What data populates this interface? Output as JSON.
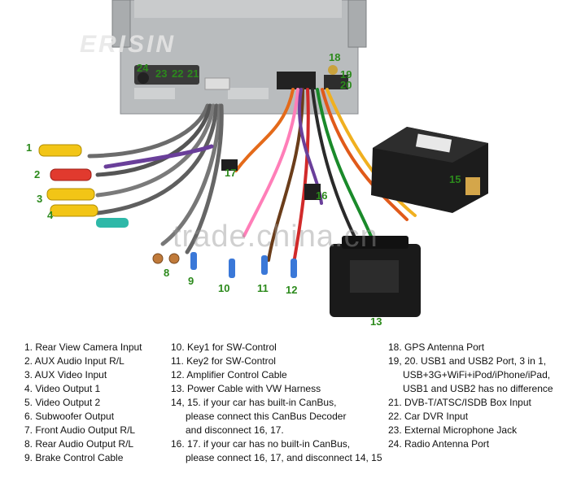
{
  "brand": "ERISIN",
  "watermark": "trade.china.cn",
  "callouts": {
    "c1": "1",
    "c2": "2",
    "c3": "3",
    "c4": "4",
    "c8": "8",
    "c9": "9",
    "c10": "10",
    "c11": "11",
    "c12": "12",
    "c13": "13",
    "c15": "15",
    "c16": "16",
    "c17": "17",
    "c18": "18",
    "c19": "19",
    "c20": "20",
    "c21": "21",
    "c22": "22",
    "c23": "23",
    "c24": "24"
  },
  "legend": {
    "col1": [
      "1. Rear View Camera Input",
      "2. AUX Audio Input R/L",
      "3. AUX Video Input",
      "4. Video Output 1",
      "5. Video Output 2",
      "6. Subwoofer Output",
      "7. Front Audio Output R/L",
      "8. Rear Audio Output R/L",
      "9. Brake Control Cable"
    ],
    "col2": [
      "10. Key1 for SW-Control",
      "11. Key2 for SW-Control",
      "12. Amplifier Control Cable",
      "13. Power Cable with VW Harness",
      "14, 15. if your car has built-in CanBus,",
      "     please connect this CanBus Decoder",
      "     and disconnect 16, 17.",
      "16. 17. if your car has no built-in CanBus,",
      "     please connect 16, 17, and disconnect 14, 15"
    ],
    "col3": [
      "18. GPS Antenna Port",
      "19, 20.  USB1 and USB2 Port, 3 in 1,",
      "USB+3G+WiFi+iPod/iPhone/iPad,",
      "USB1 and USB2 has no difference",
      "21. DVB-T/ATSC/ISDB Box Input",
      "22. Car DVR Input",
      "23. External Microphone Jack",
      "24. Radio Antenna Port"
    ]
  }
}
